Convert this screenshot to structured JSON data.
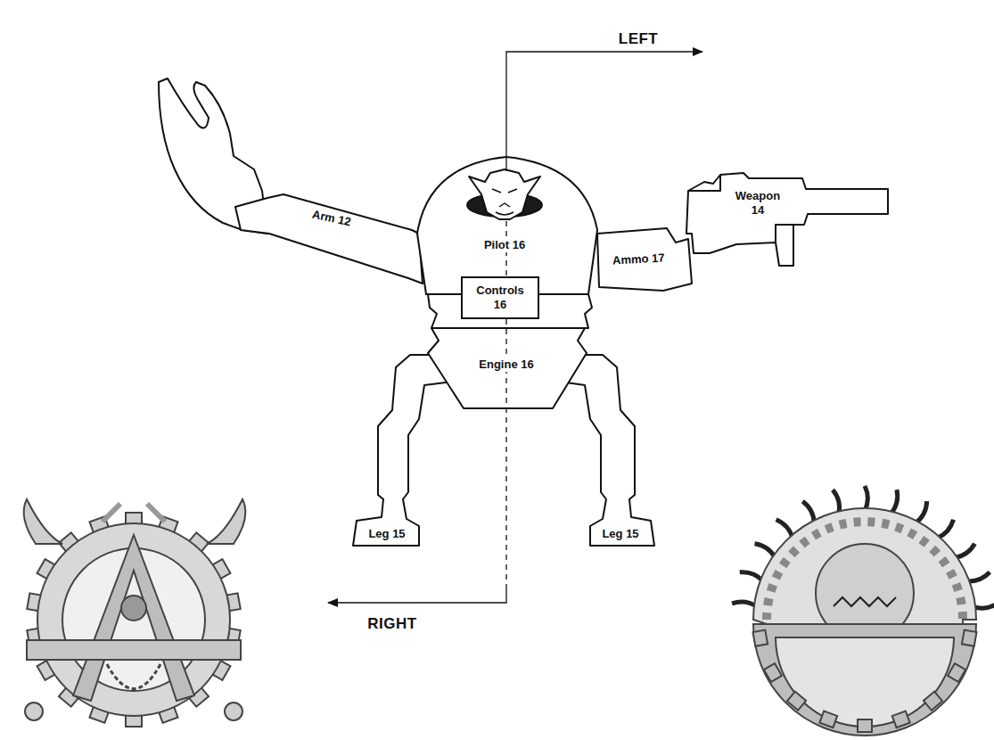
{
  "diagram": {
    "nodes": [
      {
        "text": [
          "Arm 12"
        ]
      },
      {
        "text": [
          "Pilot 16"
        ]
      },
      {
        "text": [
          "Controls 16"
        ]
      },
      {
        "text": [
          "Ammo 17"
        ]
      },
      {
        "text": [
          "Weapon 14"
        ]
      },
      {
        "text": [
          "Engine 16"
        ]
      },
      {
        "text": [
          "Leg 15"
        ]
      },
      {
        "text": [
          "Leg 15"
        ]
      }
    ],
    "labels": [
      "LEFT",
      "RIGHT"
    ]
  }
}
